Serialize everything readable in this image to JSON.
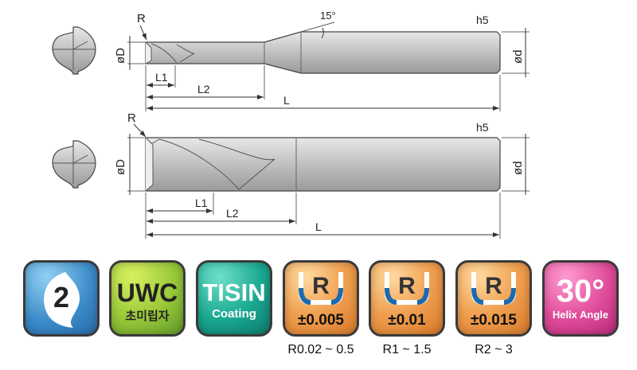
{
  "drawing": {
    "top_tool": {
      "radius_label": "R",
      "diameter_label": "øD",
      "shank_diameter_label": "ød",
      "tolerance_label": "h5",
      "angle_label": "15°",
      "l1_label": "L1",
      "l2_label": "L2",
      "l_label": "L"
    },
    "bottom_tool": {
      "radius_label": "R",
      "diameter_label": "øD",
      "shank_diameter_label": "ød",
      "tolerance_label": "h5",
      "l1_label": "L1",
      "l2_label": "L2",
      "l_label": "L"
    }
  },
  "badges": [
    {
      "type": "flutes",
      "value": "2",
      "color": "#3a8ac8"
    },
    {
      "type": "material",
      "title": "UWC",
      "subtitle": "초미립자",
      "color": "#98c838"
    },
    {
      "type": "coating",
      "title": "TISIN",
      "subtitle": "Coating",
      "color": "#1aa890"
    },
    {
      "type": "radius-tolerance",
      "symbol": "R",
      "tolerance": "±0.005",
      "caption": "R0.02 ~ 0.5",
      "color": "#f0a050"
    },
    {
      "type": "radius-tolerance",
      "symbol": "R",
      "tolerance": "±0.01",
      "caption": "R1 ~ 1.5",
      "color": "#f0a050"
    },
    {
      "type": "radius-tolerance",
      "symbol": "R",
      "tolerance": "±0.015",
      "caption": "R2 ~ 3",
      "color": "#f0a050"
    },
    {
      "type": "helix",
      "title": "30°",
      "subtitle": "Helix Angle",
      "color": "#e04c9a"
    }
  ]
}
